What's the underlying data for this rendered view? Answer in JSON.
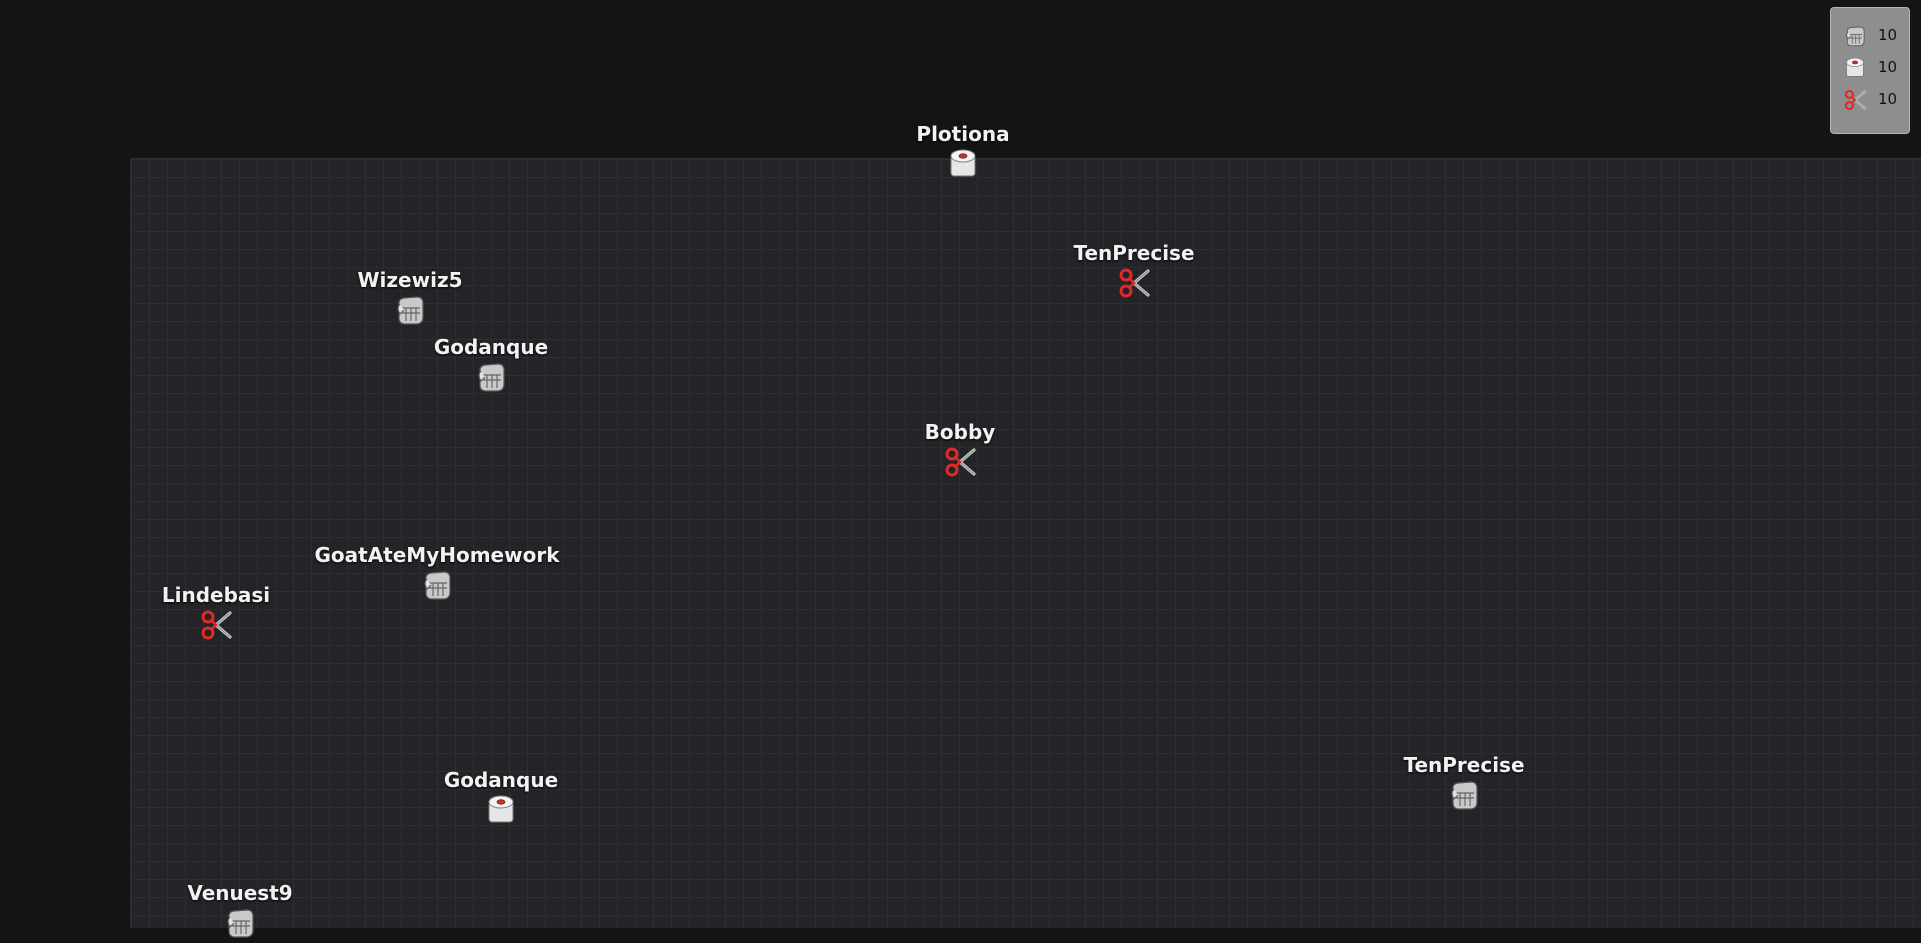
{
  "players": [
    {
      "name": "Plotiona",
      "kind": "paper"
    },
    {
      "name": "TenPrecise",
      "kind": "scissors"
    },
    {
      "name": "Wizewiz5",
      "kind": "rock"
    },
    {
      "name": "Godanque",
      "kind": "rock"
    },
    {
      "name": "Bobby",
      "kind": "scissors"
    },
    {
      "name": "GoatAteMyHomework",
      "kind": "rock"
    },
    {
      "name": "Lindebasi",
      "kind": "scissors"
    },
    {
      "name": "Godanque",
      "kind": "paper"
    },
    {
      "name": "TenPrecise",
      "kind": "rock"
    },
    {
      "name": "Venuest9",
      "kind": "rock"
    }
  ],
  "scoreboard": {
    "rock": "10",
    "paper": "10",
    "scissors": "10"
  },
  "colors": {
    "background": "#141415",
    "arena": "#232427",
    "grid": "#2d2e32",
    "scissors_handle": "#e02a2a",
    "scoreboard_bg": "#8e8e8e"
  },
  "icons": {
    "rock": "fist-icon",
    "paper": "toilet-paper-icon",
    "scissors": "scissors-icon"
  }
}
